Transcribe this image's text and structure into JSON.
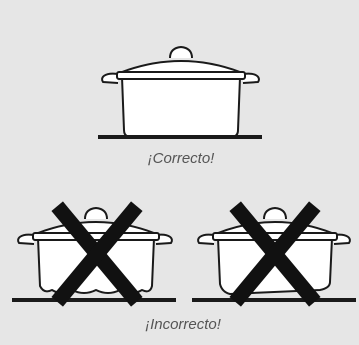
{
  "captions": {
    "correct": "¡Correcto!",
    "incorrect": "¡Incorrecto!"
  },
  "colors": {
    "background": "#e6e6e6",
    "pot_fill": "#ffffff",
    "stroke": "#1a1a1a",
    "cross": "#111111",
    "caption": "#555555"
  },
  "examples": [
    {
      "id": "correct",
      "surface": "flat-pot-on-flat-hob",
      "marked": "correct"
    },
    {
      "id": "incorrect-warped-base",
      "surface": "pot-with-uneven-base",
      "marked": "crossed-out"
    },
    {
      "id": "incorrect-tilted",
      "surface": "pot-not-level-on-hob",
      "marked": "crossed-out"
    }
  ]
}
